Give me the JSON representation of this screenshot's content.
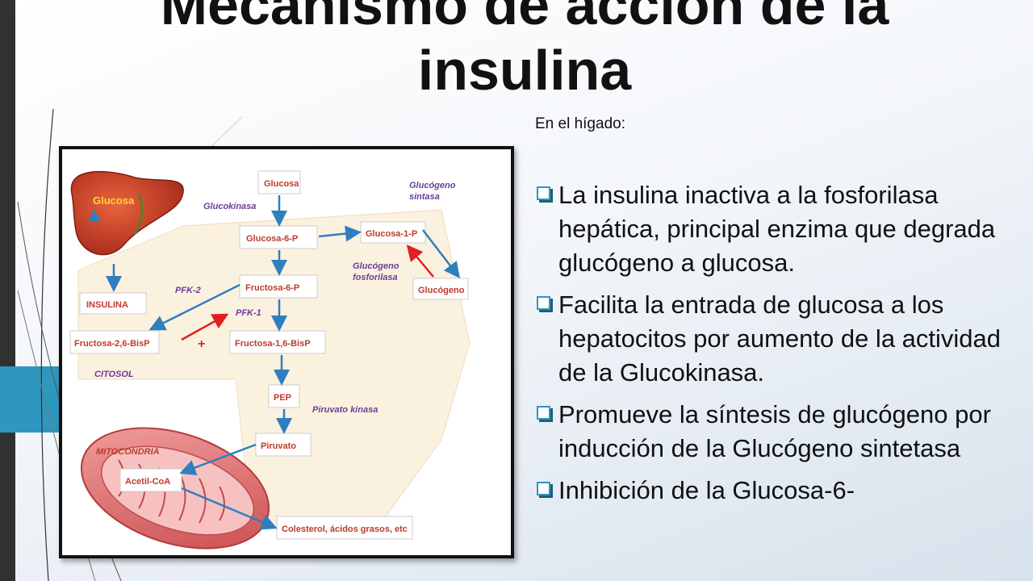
{
  "title": {
    "line1": "Mecanismo de acción de la",
    "line2": "insulina"
  },
  "subtitle": "En el hígado:",
  "bullets": [
    "La insulina inactiva a la fosforilasa hepática, principal enzima que degrada glucógeno a glucosa.",
    "Facilita la entrada de glucosa a los hepatocitos por aumento de la actividad de la Glucokinasa.",
    "Promueve la síntesis de glucógeno por inducción de la Glucógeno sintetasa",
    "Inhibición de la Glucosa-6-"
  ],
  "diagram": {
    "liver_label": "Glucosa",
    "nodes": {
      "glucosa": "Glucosa",
      "glucosa6p": "Glucosa-6-P",
      "glucosa1p": "Glucosa-1-P",
      "glucogeno": "Glucógeno",
      "insulina": "INSULINA",
      "fructosa6p": "Fructosa-6-P",
      "fructosa26": "Fructosa-2,6-BisP",
      "fructosa16": "Fructosa-1,6-BisP",
      "pep": "PEP",
      "piruvato": "Piruvato",
      "acetilcoa": "Acetil-CoA",
      "colesterol": "Colesterol, ácidos grasos, etc"
    },
    "enzymes": {
      "glucokinasa": "Glucokinasa",
      "glucogeno_sintasa_1": "Glucógeno",
      "glucogeno_sintasa_2": "sintasa",
      "glucogeno_fosforilasa_1": "Glucógeno",
      "glucogeno_fosforilasa_2": "fosforilasa",
      "pfk2": "PFK-2",
      "pfk1": "PFK-1",
      "piruvato_kinasa": "Piruvato kinasa"
    },
    "regions": {
      "citosol": "CITOSOL",
      "mitocondria": "MITOCONDRIA"
    },
    "plus": "+"
  },
  "colors": {
    "accent": "#2e97bf",
    "sidebar": "#313131",
    "arrow_blue": "#2f7fbf",
    "arrow_red": "#e02020",
    "node_text": "#c0392b"
  }
}
